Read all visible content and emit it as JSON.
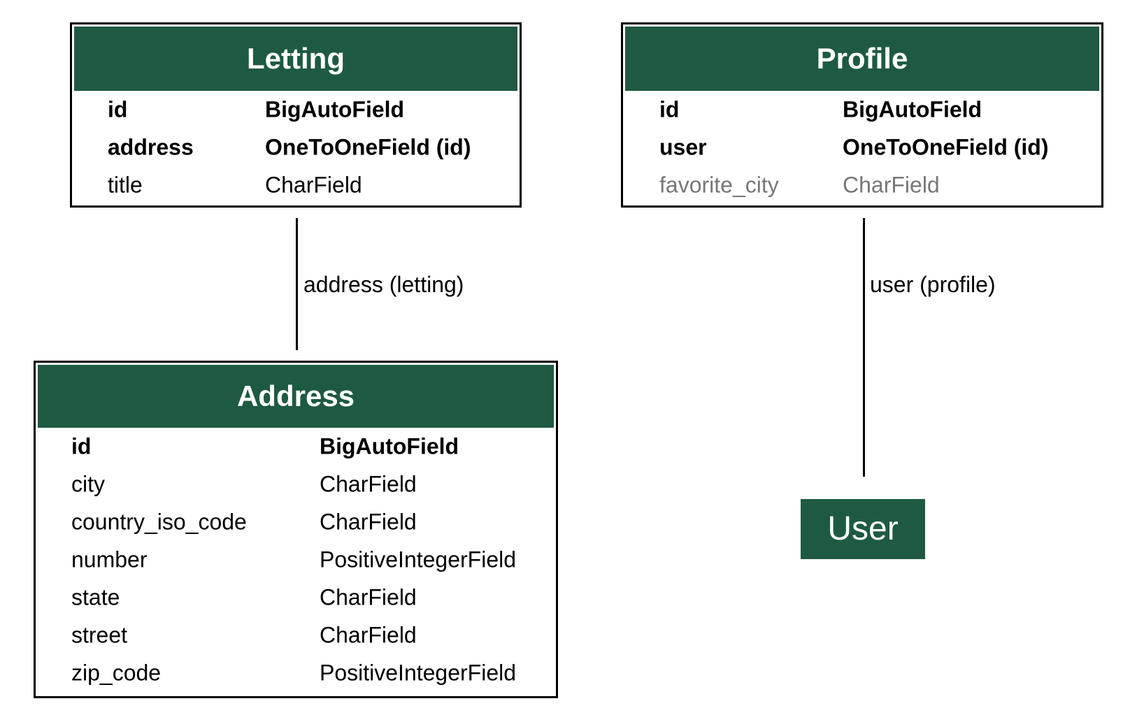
{
  "colors": {
    "header_background": "#1e5a42",
    "header_text": "#ffffff",
    "border": "#000000",
    "nullable_text": "#777777"
  },
  "models": {
    "letting": {
      "title": "Letting",
      "fields": [
        {
          "name": "id",
          "type": "BigAutoField",
          "style": "pk"
        },
        {
          "name": "address",
          "type": "OneToOneField (id)",
          "style": "fk"
        },
        {
          "name": "title",
          "type": "CharField",
          "style": "normal"
        }
      ]
    },
    "profile": {
      "title": "Profile",
      "fields": [
        {
          "name": "id",
          "type": "BigAutoField",
          "style": "pk"
        },
        {
          "name": "user",
          "type": "OneToOneField (id)",
          "style": "fk"
        },
        {
          "name": "favorite_city",
          "type": "CharField",
          "style": "nullable"
        }
      ]
    },
    "address": {
      "title": "Address",
      "fields": [
        {
          "name": "id",
          "type": "BigAutoField",
          "style": "pk"
        },
        {
          "name": "city",
          "type": "CharField",
          "style": "normal"
        },
        {
          "name": "country_iso_code",
          "type": "CharField",
          "style": "normal"
        },
        {
          "name": "number",
          "type": "PositiveIntegerField",
          "style": "normal"
        },
        {
          "name": "state",
          "type": "CharField",
          "style": "normal"
        },
        {
          "name": "street",
          "type": "CharField",
          "style": "normal"
        },
        {
          "name": "zip_code",
          "type": "PositiveIntegerField",
          "style": "normal"
        }
      ]
    },
    "user": {
      "title": "User"
    }
  },
  "relations": [
    {
      "from": "Letting",
      "to": "Address",
      "label": "address (letting)"
    },
    {
      "from": "Profile",
      "to": "User",
      "label": "user (profile)"
    }
  ]
}
